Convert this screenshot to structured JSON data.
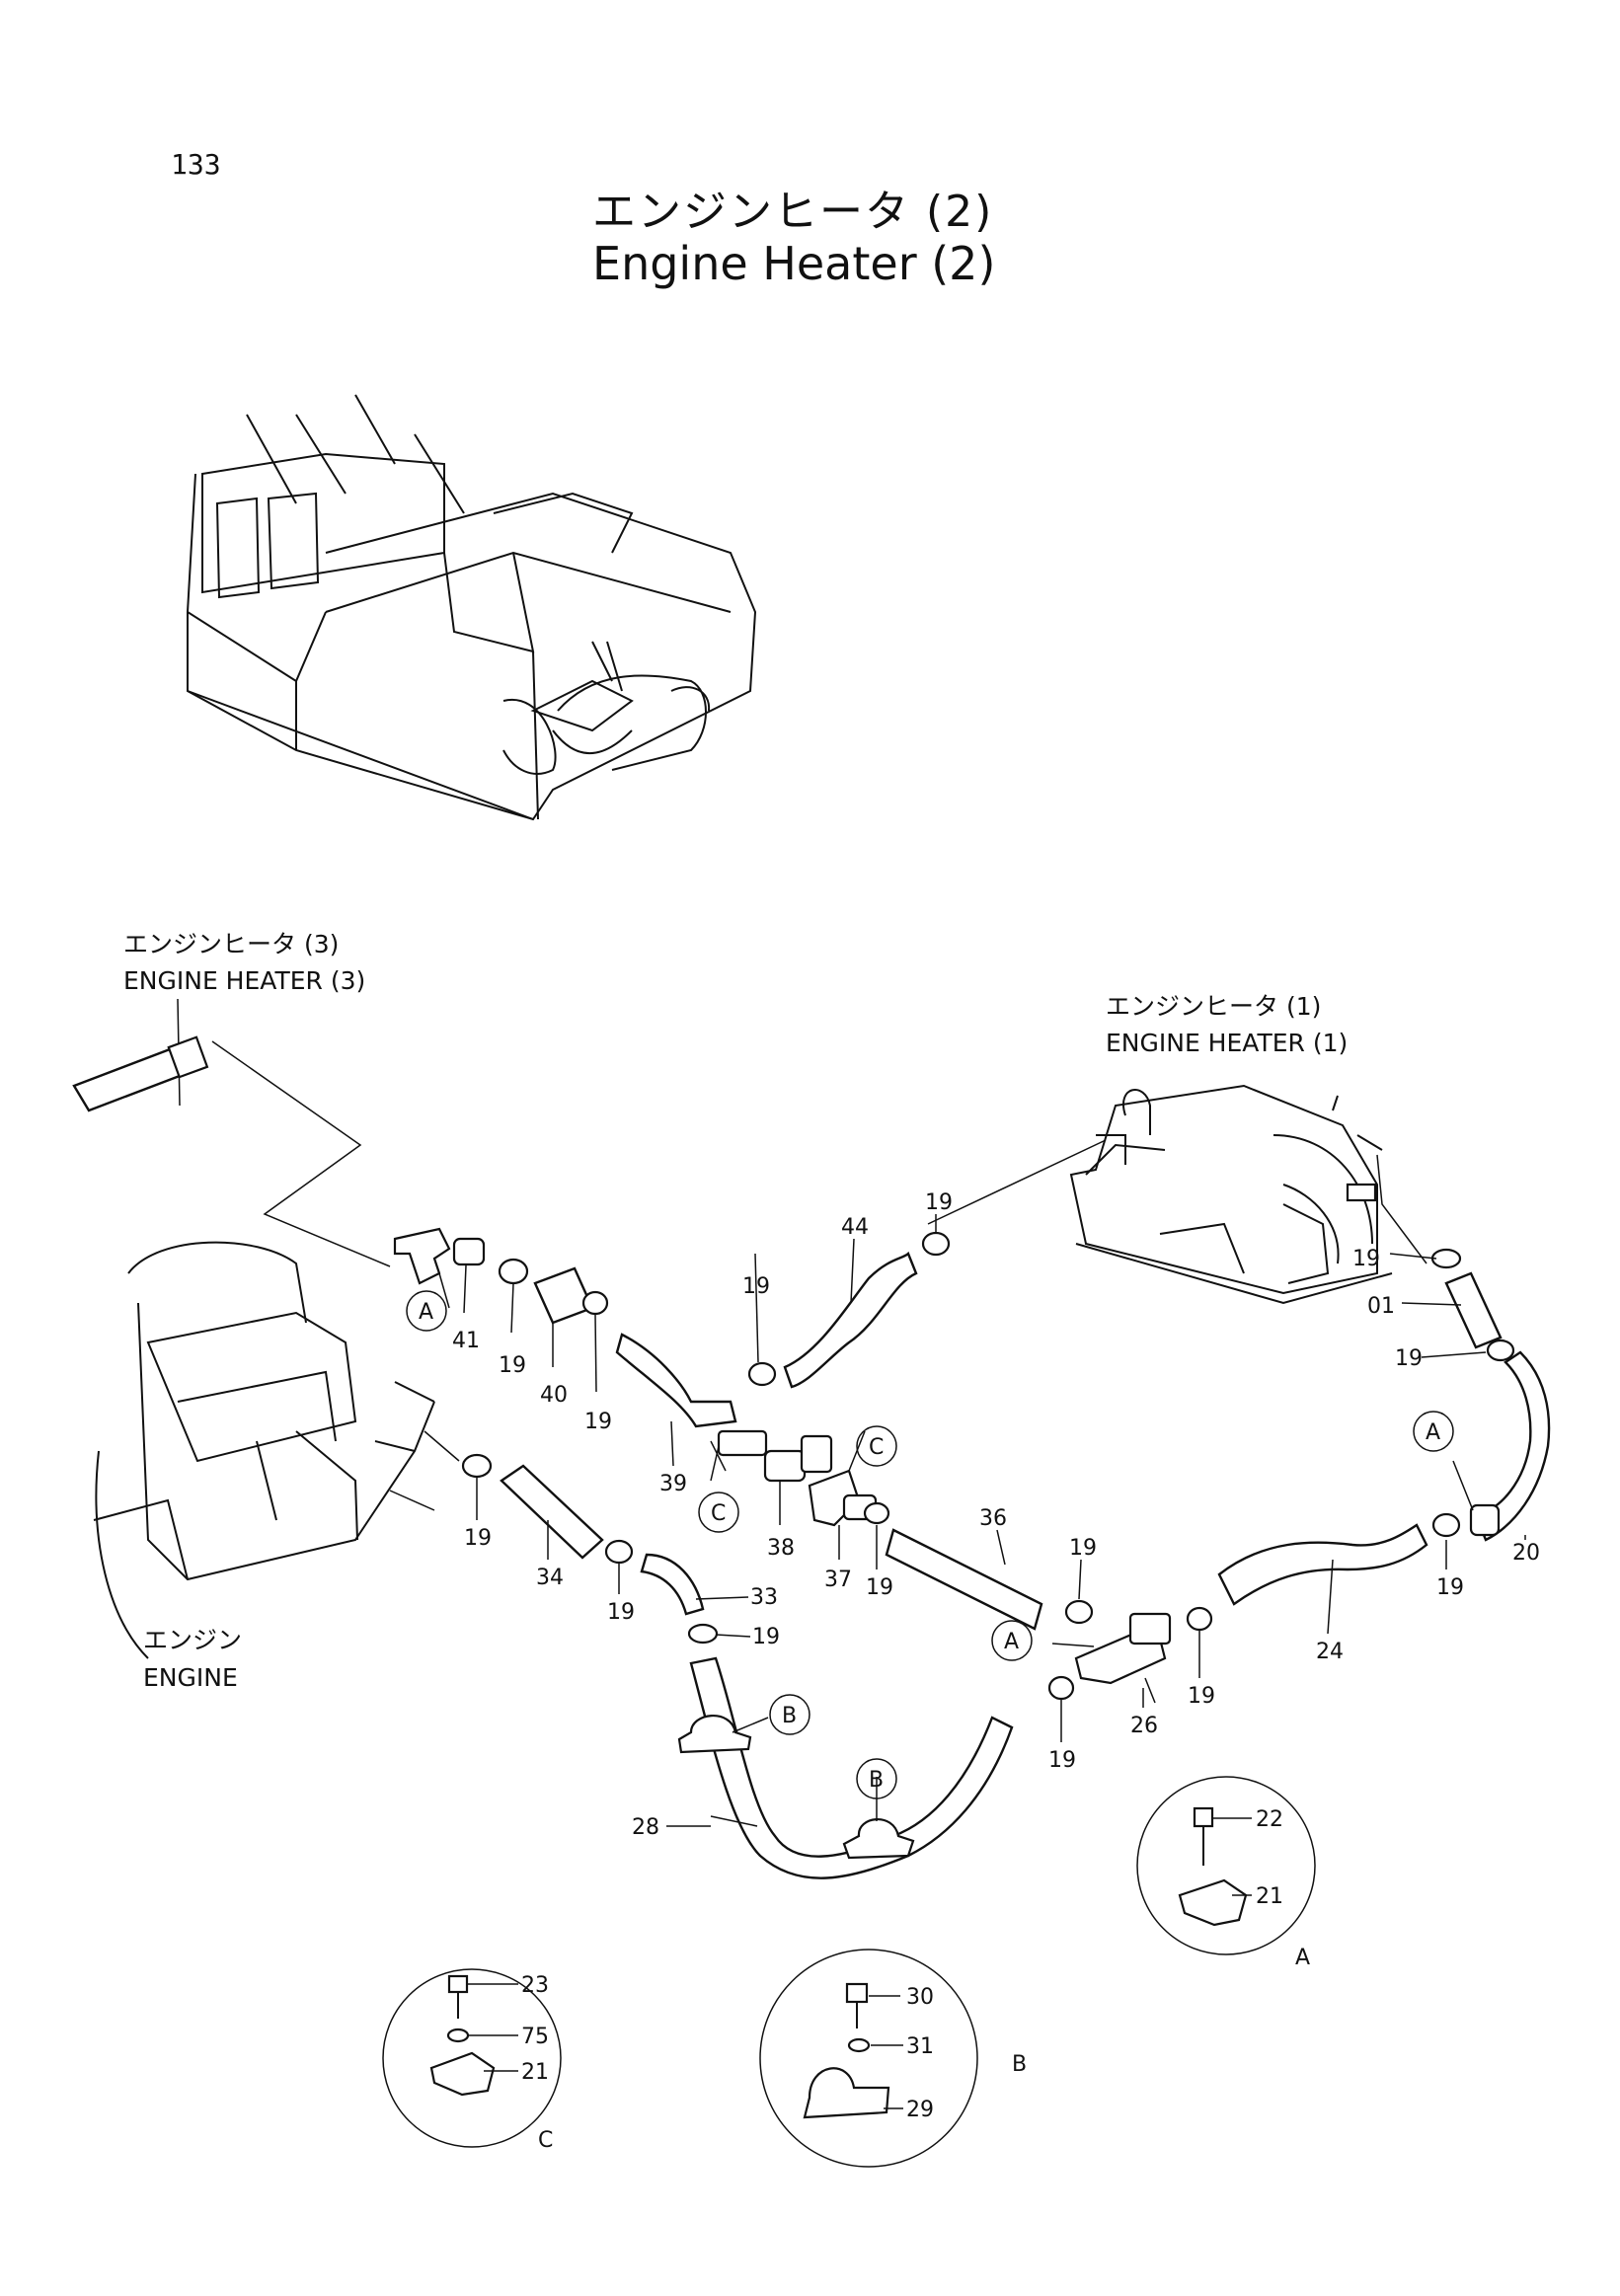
{
  "page_number": "133",
  "title_ja": "エンジンヒータ (2)",
  "title_en": "Engine Heater (2)",
  "references": {
    "heater3_ja": "エンジンヒータ (3)",
    "heater3_en": "ENGINE HEATER (3)",
    "heater1_ja": "エンジンヒータ (1)",
    "heater1_en": "ENGINE HEATER (1)",
    "engine_ja": "エンジン",
    "engine_en": "ENGINE"
  },
  "detail_markers": {
    "a": "A",
    "b": "B",
    "c": "C"
  },
  "part_numbers": {
    "p01": "01",
    "p19": "19",
    "p20": "20",
    "p21": "21",
    "p22": "22",
    "p23": "23",
    "p24": "24",
    "p26": "26",
    "p28": "28",
    "p29": "29",
    "p30": "30",
    "p31": "31",
    "p33": "33",
    "p34": "34",
    "p36": "36",
    "p37": "37",
    "p38": "38",
    "p39": "39",
    "p40": "40",
    "p41": "41",
    "p44": "44",
    "p75": "75"
  }
}
